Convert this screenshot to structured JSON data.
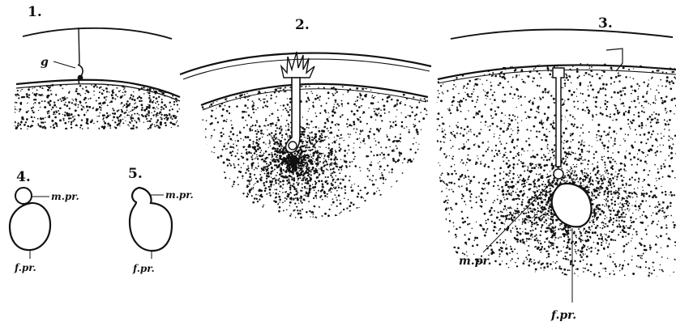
{
  "figures": [
    {
      "number": "1.",
      "labels": {
        "g": "g"
      }
    },
    {
      "number": "2."
    },
    {
      "number": "3.",
      "labels": {
        "m_pr": "m.pr.",
        "f_pr": "f.pr."
      }
    },
    {
      "number": "4.",
      "labels": {
        "m_pr": "m.pr.",
        "f_pr": "f.pr."
      }
    },
    {
      "number": "5.",
      "labels": {
        "m_pr": "m.pr.",
        "f_pr": "f.pr."
      }
    }
  ],
  "colors": {
    "ink": "#111111",
    "paper": "#ffffff"
  }
}
